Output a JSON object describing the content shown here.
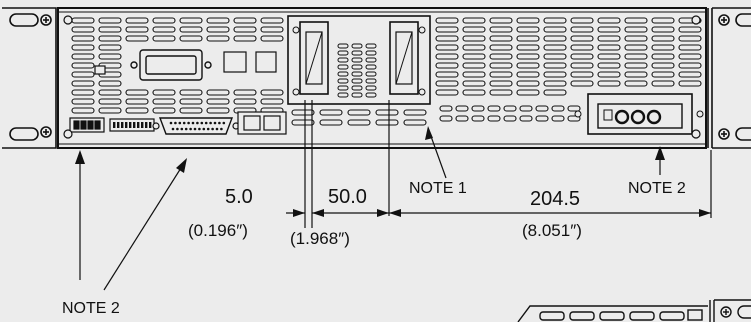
{
  "diagram": {
    "notes": {
      "note1": "NOTE 1",
      "note2_right": "NOTE 2",
      "note2_bottom": "NOTE 2"
    },
    "dimensions": {
      "d1_mm": "5.0",
      "d1_in": "(0.196″)",
      "d2_mm": "50.0",
      "d2_in": "(1.968″)",
      "d3_mm": "204.5",
      "d3_in": "(8.051″)"
    },
    "colors": {
      "background": "#ececec",
      "line": "#111111"
    }
  }
}
